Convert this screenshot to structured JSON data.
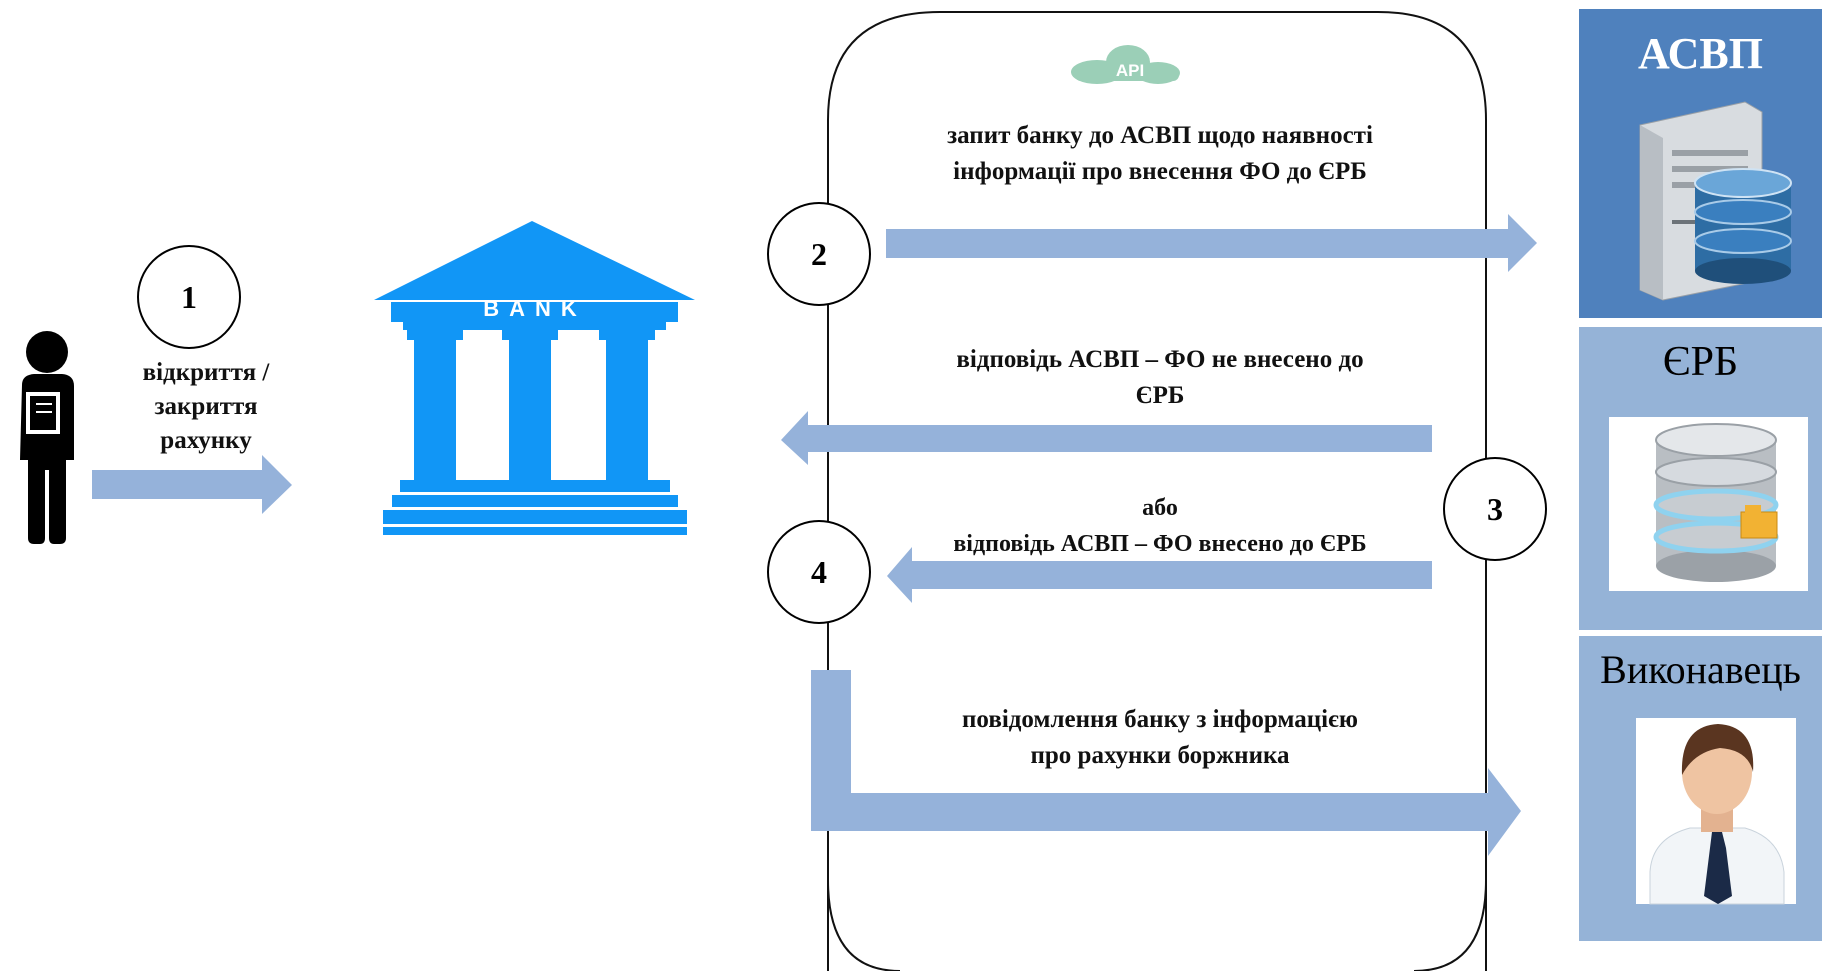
{
  "colors": {
    "arrow": "#95b2da",
    "bank_blue": "#1196f6",
    "panel_dark": "#4f81bd",
    "panel_light": "#95b3d7"
  },
  "icons": {
    "person": "person-holding-document-icon",
    "bank": "bank-building-icon",
    "api": "api-cloud-icon",
    "server": "server-database-icon",
    "database": "database-folder-icon",
    "officer": "officer-avatar-icon"
  },
  "steps": {
    "s1": "1",
    "s2": "2",
    "s3": "3",
    "s4": "4"
  },
  "labels": {
    "open_close": [
      "відкриття /",
      "закриття",
      "рахунку"
    ],
    "bank_word": "BANK",
    "api": "API",
    "request": [
      "запит банку до АСВП щодо наявності",
      "інформації про внесення ФО до ЄРБ"
    ],
    "response_not": [
      "відповідь АСВП – ФО не внесено до",
      "ЄРБ"
    ],
    "or_response": [
      "або",
      "відповідь АСВП – ФО  внесено до ЄРБ"
    ],
    "notify": [
      "повідомлення банку з інформацією",
      "про рахунки боржника"
    ]
  },
  "panels": {
    "asvp": "АСВП",
    "erb": "ЄРБ",
    "executor": "Виконавець"
  }
}
